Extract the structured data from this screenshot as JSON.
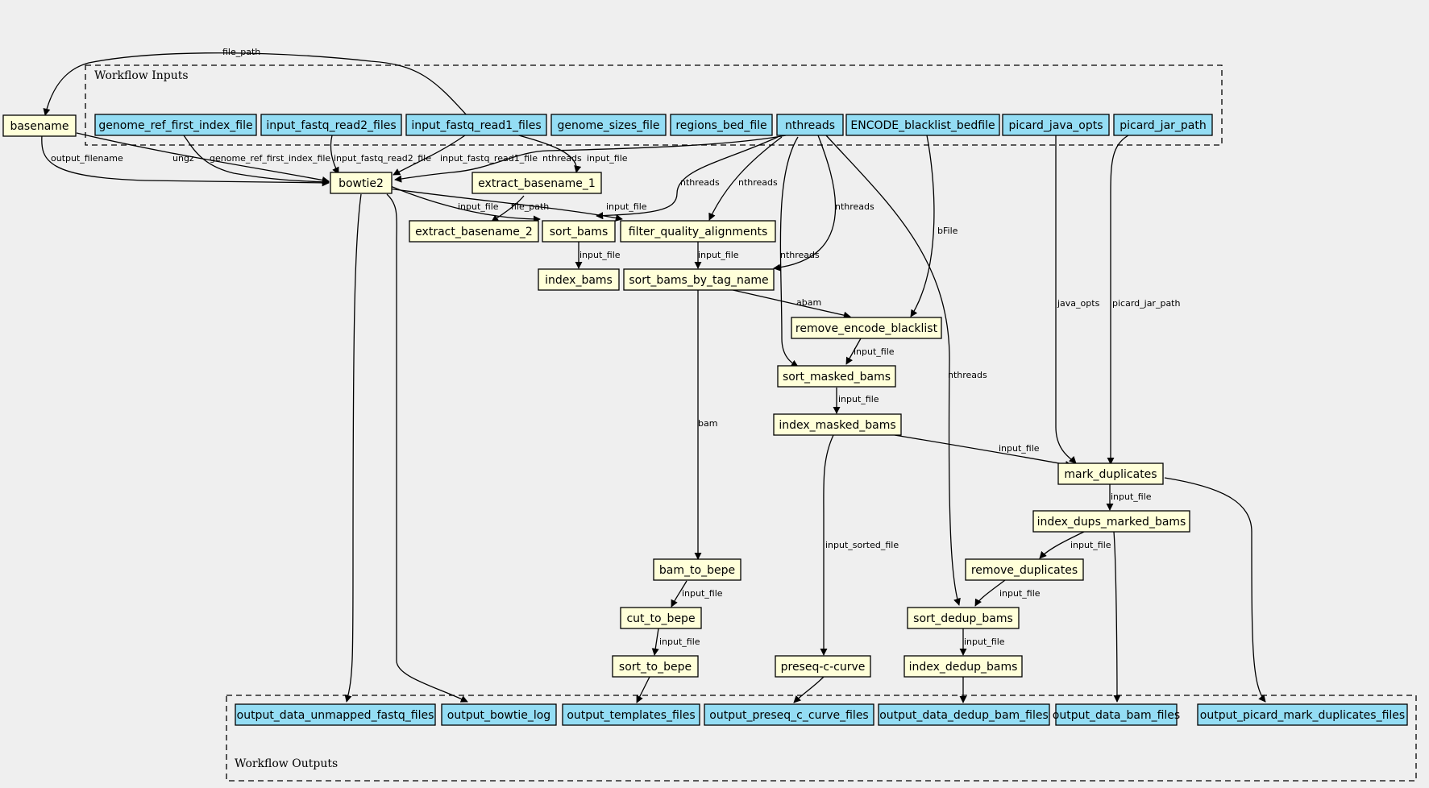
{
  "clusters": {
    "inputs": "Workflow Inputs",
    "outputs": "Workflow Outputs"
  },
  "nodes": {
    "basename": "basename",
    "genome_ref": "genome_ref_first_index_file",
    "read2": "input_fastq_read2_files",
    "read1": "input_fastq_read1_files",
    "genome_sizes": "genome_sizes_file",
    "regions_bed": "regions_bed_file",
    "nthreads": "nthreads",
    "encode": "ENCODE_blacklist_bedfile",
    "java_opts": "picard_java_opts",
    "jar_path": "picard_jar_path",
    "bowtie2": "bowtie2",
    "extract1": "extract_basename_1",
    "extract2": "extract_basename_2",
    "sort_bams": "sort_bams",
    "filter_q": "filter_quality_alignments",
    "index_bams": "index_bams",
    "sort_tag": "sort_bams_by_tag_name",
    "remove_bl": "remove_encode_blacklist",
    "sort_masked": "sort_masked_bams",
    "index_masked": "index_masked_bams",
    "mark_dup": "mark_duplicates",
    "index_dups": "index_dups_marked_bams",
    "remove_dup": "remove_duplicates",
    "sort_dedup": "sort_dedup_bams",
    "index_dedup": "index_dedup_bams",
    "bam_to_bepe": "bam_to_bepe",
    "cut_to_bepe": "cut_to_bepe",
    "sort_to_bepe": "sort_to_bepe",
    "preseq": "preseq-c-curve",
    "out_unmapped": "output_data_unmapped_fastq_files",
    "out_bowtie": "output_bowtie_log",
    "out_templates": "output_templates_files",
    "out_preseq": "output_preseq_c_curve_files",
    "out_dedup": "output_data_dedup_bam_files",
    "out_bam": "output_data_bam_files",
    "out_picard": "output_picard_mark_duplicates_files"
  },
  "edge_labels": {
    "file_path_top": "file_path",
    "output_filename": "output_filename",
    "ungz": "ungz",
    "genome_ref": "genome_ref_first_index_file",
    "read2": "input_fastq_read2_file",
    "read1": "input_fastq_read1_file",
    "nthreads_bowtie": "nthreads",
    "input_file_extract1": "input_file",
    "input_file_sortbams": "input_file",
    "file_path_extract2": "file_path",
    "input_file_filter": "input_file",
    "nthreads_sortbams": "nthreads",
    "nthreads_filter": "nthreads",
    "nthreads_sorttag": "nthreads",
    "bfile": "bFile",
    "input_file_indexbams": "input_file",
    "input_file_sorttag": "input_file",
    "nthreads_sortmasked": "nthreads",
    "java_opts": "java_opts",
    "picard_jar_path": "picard_jar_path",
    "abam": "abam",
    "input_file_sortmasked": "input_file",
    "nthreads_sortdedup": "nthreads",
    "input_file_indexmasked": "input_file",
    "bam": "bam",
    "input_file_markdup": "input_file",
    "input_file_indexdups": "input_file",
    "input_sorted_file": "input_sorted_file",
    "input_file_removedup": "input_file",
    "input_file_cut": "input_file",
    "input_file_sortdedup": "input_file",
    "input_file_sortbepe": "input_file",
    "input_file_indexdedup": "input_file"
  }
}
